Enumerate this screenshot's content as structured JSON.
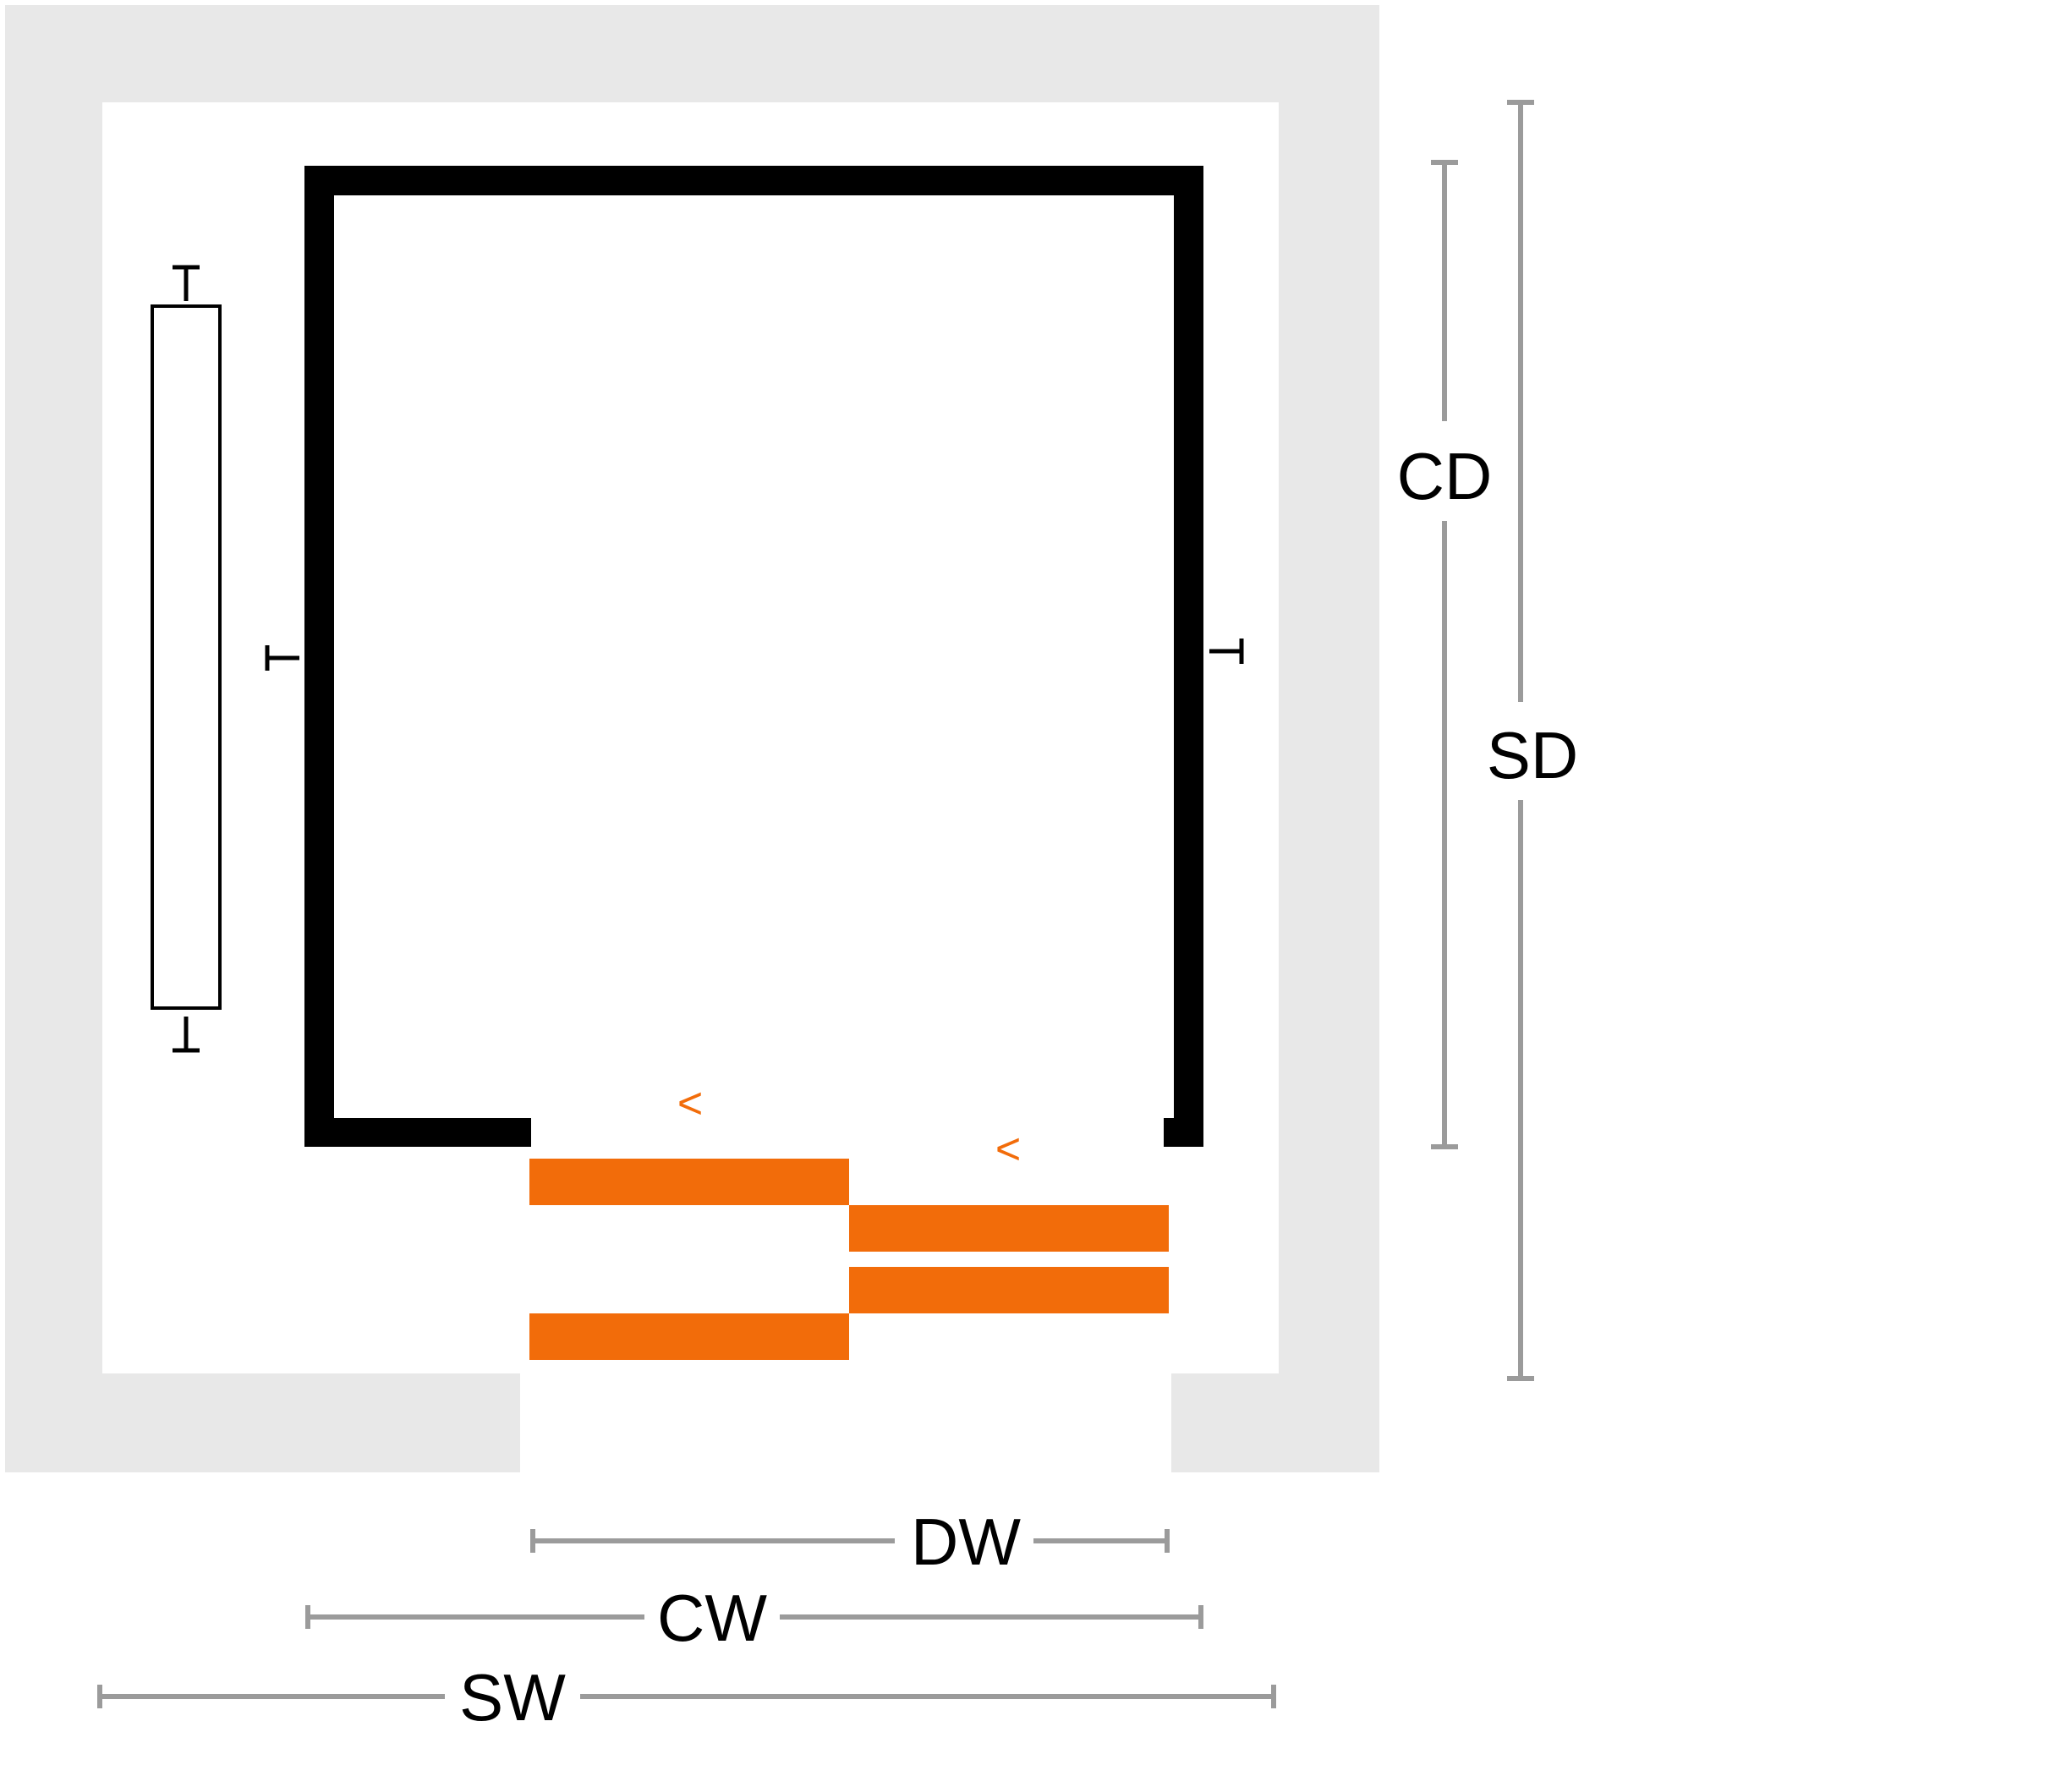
{
  "colors": {
    "shaft_wall": "#e8e8e8",
    "car_wall": "#000000",
    "door_panel": "#f26c0a",
    "dimension_line": "#9b9b9b",
    "background": "#ffffff"
  },
  "dimensions": {
    "dw": "DW",
    "cw": "CW",
    "sw": "SW",
    "cd": "CD",
    "sd": "SD"
  },
  "door": {
    "opening_arrow_1": "<",
    "opening_arrow_2": "<"
  },
  "icons": {
    "handrail": "handrail-icon",
    "fixing_mark": "t-bar-icon"
  }
}
